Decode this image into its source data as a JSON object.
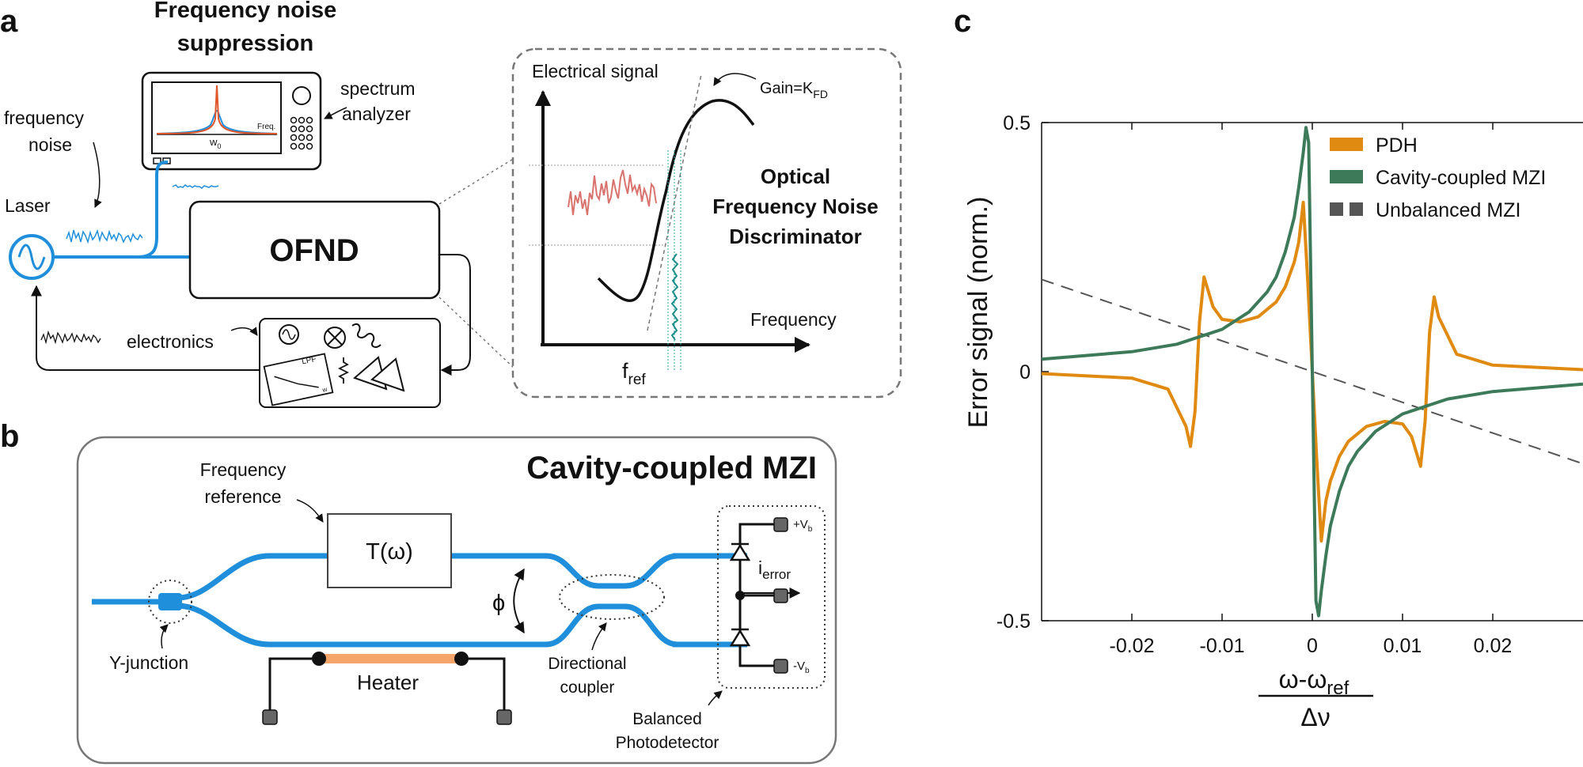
{
  "panel_labels": {
    "a": "a",
    "b": "b",
    "c": "c"
  },
  "panel_a": {
    "title_line1": "Frequency noise",
    "title_line2": "suppression",
    "spectrum_analyzer_line1": "spectrum",
    "spectrum_analyzer_line2": "analyzer",
    "freq_axis": "Freq.",
    "w0_main": "w",
    "w0_sub": "0",
    "frequency_noise_line1": "frequency",
    "frequency_noise_line2": "noise",
    "laser": "Laser",
    "ofnd": "OFND",
    "electronics": "electronics",
    "lpf": "LPF",
    "w_small": "w",
    "inset": {
      "ylabel": "Electrical signal",
      "xlabel": "Frequency",
      "gain_main": "Gain=K",
      "gain_sub": "FD",
      "fref_main": "f",
      "fref_sub": "ref",
      "title_line1": "Optical",
      "title_line2": "Frequency Noise",
      "title_line3": "Discriminator"
    }
  },
  "panel_b": {
    "title": "Cavity-coupled MZI",
    "freq_ref_line1": "Frequency",
    "freq_ref_line2": "reference",
    "t_omega": "T(ω)",
    "phi": "ϕ",
    "y_junction": "Y-junction",
    "heater": "Heater",
    "dir_coupler_line1": "Directional",
    "dir_coupler_line2": "coupler",
    "bpd_line1": "Balanced",
    "bpd_line2": "Photodetector",
    "vb_plus_main": "+V",
    "vb_minus_main": "-V",
    "vb_sub": "b",
    "ierror_main": "i",
    "ierror_sub": "error"
  },
  "colors": {
    "waveguide_blue": "#1f8fdb",
    "pdh_orange": "#e08a12",
    "mzi_green": "#3d7a5a",
    "unbalanced_gray": "#555555",
    "heater_orange": "#f5a46a",
    "noise_red": "#d9736e",
    "noise_teal": "#1a8f8a"
  },
  "chart_data": {
    "type": "line",
    "ylabel": "Error signal (norm.)",
    "xlabel_numerator_main": "ω-ω",
    "xlabel_numerator_sub": "ref",
    "xlabel_denominator": "Δν",
    "xlim": [
      -0.03,
      0.03
    ],
    "ylim": [
      -0.5,
      0.5
    ],
    "x_ticks": [
      -0.02,
      -0.01,
      0,
      0.01,
      0.02
    ],
    "x_tick_labels": [
      "-0.02",
      "-0.01",
      "0",
      "0.01",
      "0.02"
    ],
    "y_ticks": [
      -0.5,
      0,
      0.5
    ],
    "y_tick_labels": [
      "-0.5",
      "0",
      "0.5"
    ],
    "legend_position": "top-right",
    "series": [
      {
        "name": "PDH",
        "style": "solid",
        "x": [
          -0.03,
          -0.02,
          -0.016,
          -0.014,
          -0.0135,
          -0.013,
          -0.0125,
          -0.012,
          -0.0115,
          -0.011,
          -0.01,
          -0.008,
          -0.006,
          -0.004,
          -0.003,
          -0.002,
          -0.0015,
          -0.001,
          -0.0005,
          0,
          0.0005,
          0.001,
          0.0015,
          0.002,
          0.003,
          0.004,
          0.006,
          0.008,
          0.01,
          0.011,
          0.0115,
          0.012,
          0.0125,
          0.013,
          0.0135,
          0.014,
          0.016,
          0.02,
          0.03
        ],
        "y": [
          -0.004,
          -0.013,
          -0.035,
          -0.11,
          -0.15,
          -0.08,
          0.1,
          0.19,
          0.16,
          0.13,
          0.105,
          0.1,
          0.11,
          0.14,
          0.17,
          0.22,
          0.26,
          0.34,
          0.18,
          0,
          -0.18,
          -0.34,
          -0.26,
          -0.22,
          -0.17,
          -0.14,
          -0.11,
          -0.1,
          -0.105,
          -0.13,
          -0.16,
          -0.19,
          -0.1,
          0.08,
          0.15,
          0.11,
          0.035,
          0.013,
          0.004
        ]
      },
      {
        "name": "Cavity-coupled MZI",
        "style": "solid",
        "x": [
          -0.03,
          -0.02,
          -0.015,
          -0.01,
          -0.007,
          -0.005,
          -0.004,
          -0.003,
          -0.002,
          -0.0015,
          -0.001,
          -0.0007,
          -0.0004,
          0,
          0.0004,
          0.0007,
          0.001,
          0.0015,
          0.002,
          0.003,
          0.004,
          0.005,
          0.007,
          0.01,
          0.015,
          0.02,
          0.03
        ],
        "y": [
          0.025,
          0.04,
          0.055,
          0.085,
          0.12,
          0.16,
          0.19,
          0.24,
          0.31,
          0.37,
          0.44,
          0.49,
          0.46,
          0,
          -0.46,
          -0.49,
          -0.44,
          -0.37,
          -0.31,
          -0.24,
          -0.19,
          -0.16,
          -0.12,
          -0.085,
          -0.055,
          -0.04,
          -0.025
        ]
      },
      {
        "name": "Unbalanced MZI",
        "style": "dashed",
        "x": [
          -0.03,
          0.03
        ],
        "y": [
          0.185,
          -0.185
        ]
      }
    ]
  }
}
